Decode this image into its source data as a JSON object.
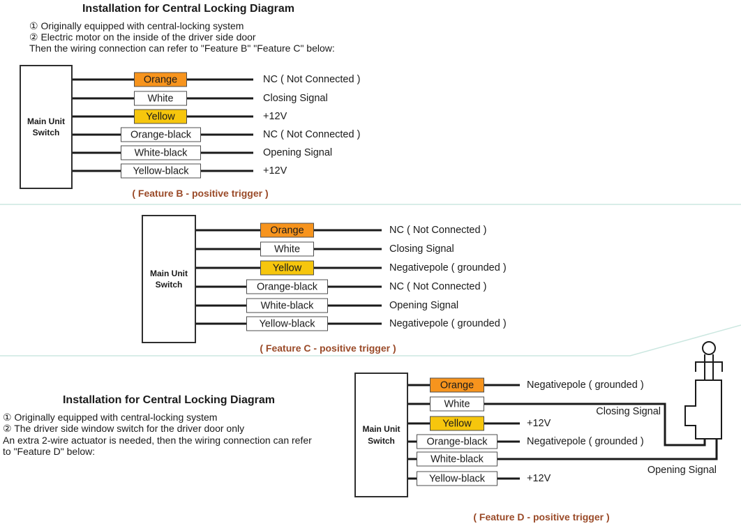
{
  "colors": {
    "orange": "#F7941D",
    "yellow": "#F6C60D",
    "caption_text": "#9A4A28",
    "wire": "#1A1A1A",
    "separator": "#CBE7E0"
  },
  "intro_top": {
    "title": "Installation for Central Locking Diagram",
    "line1": "① Originally equipped with central-locking system",
    "line2": "② Electric motor on the inside of the driver side door",
    "line3": "Then the wiring connection can refer to \"Feature B\" \"Feature C\" below:"
  },
  "intro_bottom": {
    "title": "Installation for Central Locking Diagram",
    "line1": "① Originally equipped with central-locking system",
    "line2": "② The driver side window switch for the driver door only",
    "line3": "An extra 2-wire actuator is needed, then the wiring connection can refer",
    "line4": "to \"Feature D\" below:"
  },
  "main_unit": {
    "line1": "Main Unit",
    "line2": "Switch"
  },
  "feature_b": {
    "caption": "( Feature B - positive trigger )",
    "rows": [
      {
        "wire": "Orange",
        "label": "NC ( Not Connected )"
      },
      {
        "wire": "White",
        "label": "Closing Signal"
      },
      {
        "wire": "Yellow",
        "label": "+12V"
      },
      {
        "wire": "Orange-black",
        "label": "NC ( Not Connected )"
      },
      {
        "wire": "White-black",
        "label": "Opening Signal"
      },
      {
        "wire": "Yellow-black",
        "label": "+12V"
      }
    ]
  },
  "feature_c": {
    "caption": "( Feature C - positive trigger )",
    "rows": [
      {
        "wire": "Orange",
        "label": "NC ( Not Connected )"
      },
      {
        "wire": "White",
        "label": "Closing Signal"
      },
      {
        "wire": "Yellow",
        "label": "Negativepole ( grounded )"
      },
      {
        "wire": "Orange-black",
        "label": "NC ( Not Connected )"
      },
      {
        "wire": "White-black",
        "label": "Opening Signal"
      },
      {
        "wire": "Yellow-black",
        "label": "Negativepole ( grounded )"
      }
    ]
  },
  "feature_d": {
    "caption": "( Feature D - positive trigger )",
    "rows": [
      {
        "wire": "Orange",
        "label": "Negativepole ( grounded )"
      },
      {
        "wire": "White",
        "label": "Closing Signal"
      },
      {
        "wire": "Yellow",
        "label": "+12V"
      },
      {
        "wire": "Orange-black",
        "label": "Negativepole ( grounded )"
      },
      {
        "wire": "White-black",
        "label": "Opening Signal"
      },
      {
        "wire": "Yellow-black",
        "label": "+12V"
      }
    ]
  }
}
